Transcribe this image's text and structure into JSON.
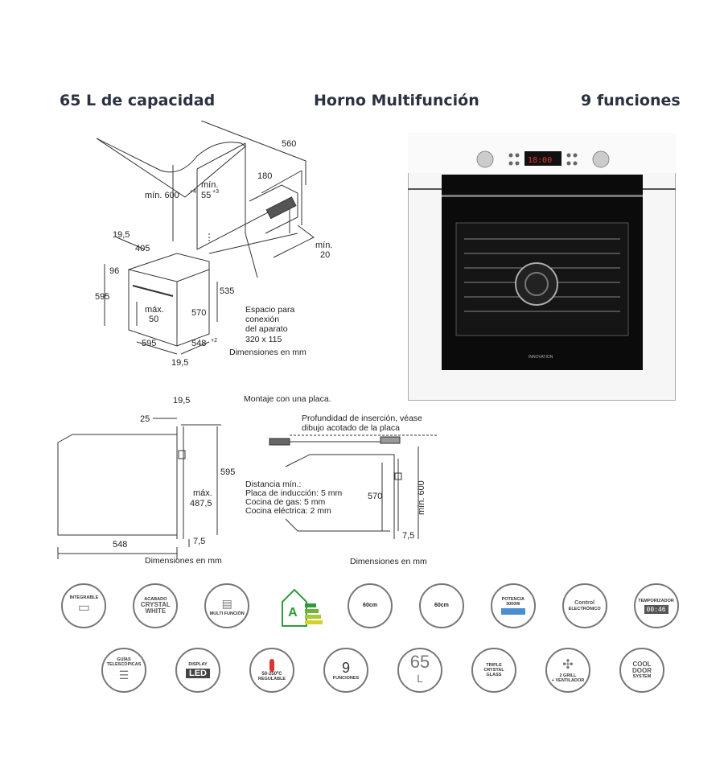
{
  "header": {
    "capacity": "65 L de capacidad",
    "product": "Horno  Multifunción",
    "functions": "9 funciones"
  },
  "oven_photo": {
    "display_time": "18:00",
    "brand": "INNOVATION"
  },
  "diagram_top": {
    "dims": {
      "d560": "560",
      "min600": "mín. 600",
      "min600_sup": "+4",
      "min55": "mín.",
      "min55b": "55",
      "min55_sup": "+3",
      "d180": "180",
      "min20a": "mín.",
      "min20b": "20",
      "d19_5a": "19,5",
      "d405": "405",
      "d96": "96",
      "d595a": "595",
      "d535": "535",
      "max50a": "máx.",
      "max50b": "50",
      "d570": "570",
      "d595b": "595",
      "d548": "548",
      "d548_sup": "+2",
      "d19_5b": "19,5"
    },
    "space_note": [
      "Espacio para",
      "conexión",
      "del aparato",
      "320 x 115"
    ],
    "units": "Dimensiones en mm"
  },
  "diagram_left": {
    "dims": {
      "d19_5": "19,5",
      "d25": "25",
      "d595": "595",
      "max487a": "máx.",
      "max487b": "487,5",
      "d7_5": "7,5",
      "d548": "548"
    },
    "units": "Dimensiones en mm"
  },
  "diagram_right": {
    "title": "Montaje con una placa.",
    "depth_note": [
      "Profundidad de inserción, véase",
      "dibujo acotado de la placa"
    ],
    "distance_lines": [
      "Distancia mín.:",
      "Placa de inducción: 5 mm",
      "Cocina de gas: 5 mm",
      "Cocina eléctrica: 2 mm"
    ],
    "dims": {
      "d570": "570",
      "min600": "mín. 600",
      "d7_5": "7,5"
    },
    "units": "Dimensiones en mm"
  },
  "icons_row1": [
    {
      "name": "integrable",
      "label": "INTEGRABLE"
    },
    {
      "name": "crystal-white",
      "label1": "ACABADO",
      "label2": "CRYSTAL",
      "label3": "WHITE"
    },
    {
      "name": "multifuncion",
      "label": "MULTI FUNCIÓN"
    },
    {
      "name": "energy-class",
      "label": "A"
    },
    {
      "name": "height-60",
      "label": "60cm"
    },
    {
      "name": "width-60",
      "label": "60cm"
    },
    {
      "name": "potencia",
      "label1": "POTENCIA",
      "label2": "3000W"
    },
    {
      "name": "control-electronico",
      "label1": "Control",
      "label2": "ELECTRÓNICO"
    },
    {
      "name": "temporizador",
      "label": "TEMPORIZADOR",
      "value": "00:46"
    }
  ],
  "icons_row2": [
    {
      "name": "guias",
      "label1": "GUÍAS",
      "label2": "TELESCÓPICAS"
    },
    {
      "name": "display-led",
      "label1": "DISPLAY",
      "label2": "LED"
    },
    {
      "name": "temperature",
      "label1": "50-250ºC",
      "label2": "REGULABLE"
    },
    {
      "name": "nine-functions",
      "label1": "9",
      "label2": "FUNCIONES"
    },
    {
      "name": "capacity-65",
      "label1": "65",
      "label2": "L"
    },
    {
      "name": "triple-glass",
      "label1": "TRIPLE",
      "label2": "CRYSTAL",
      "label3": "GLASS"
    },
    {
      "name": "grill-ventilador",
      "label1": "2 GRILL",
      "label2": "+ VENTILADOR"
    },
    {
      "name": "cool-door",
      "label1": "COOL",
      "label2": "DOOR",
      "label3": "SYSTEM"
    }
  ]
}
